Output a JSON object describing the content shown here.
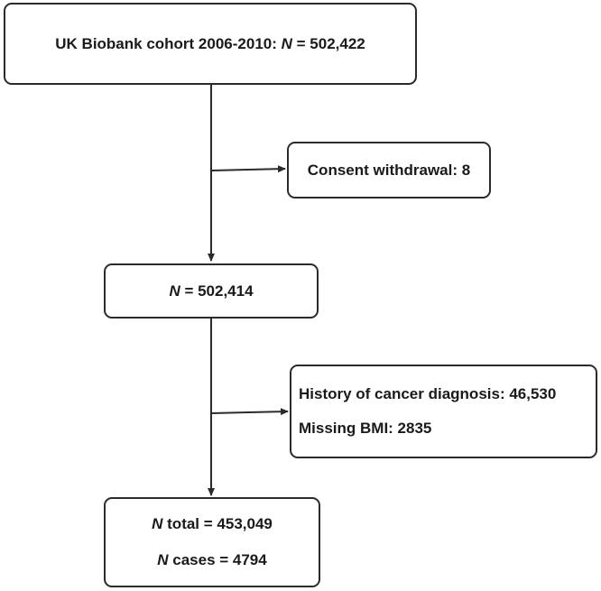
{
  "box_cohort": {
    "prefix": "UK Biobank cohort 2006-2010: ",
    "n": "N",
    "suffix": " = 502,422"
  },
  "box_consent": {
    "text": "Consent withdrawal: 8"
  },
  "box_after_consent": {
    "n": "N",
    "suffix": " = 502,414"
  },
  "box_exclusions": {
    "line1": "History of cancer diagnosis: 46,530",
    "line2": "Missing BMI: 2835"
  },
  "box_final": {
    "line1_n": "N",
    "line1_suffix": " total = 453,049",
    "line2_n": "N",
    "line2_suffix": " cases = 4794"
  }
}
